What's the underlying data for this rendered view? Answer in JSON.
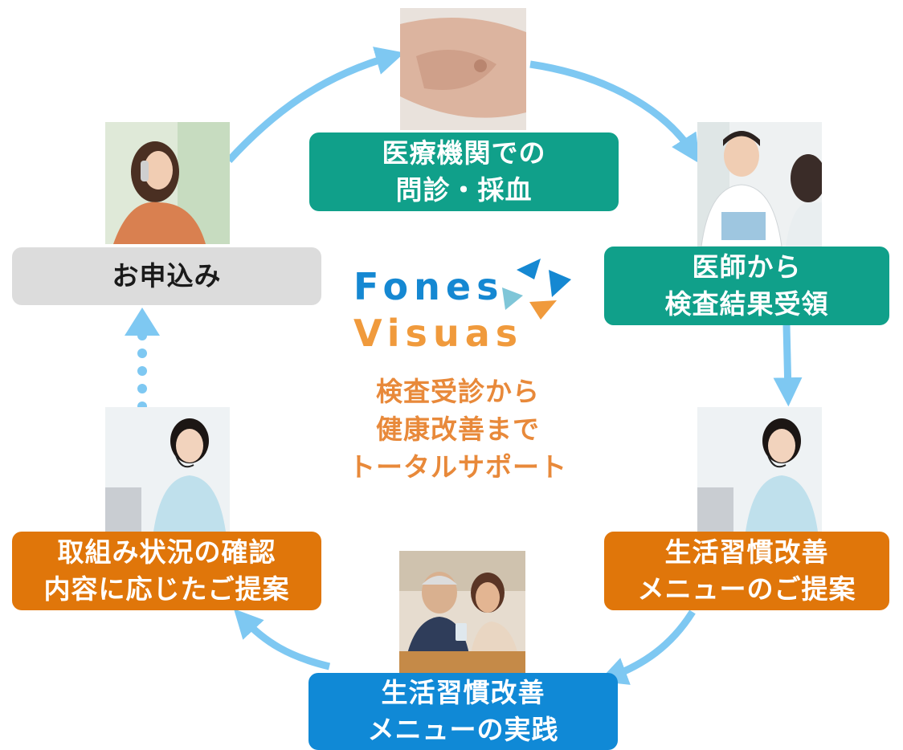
{
  "steps": {
    "apply": "お申込み",
    "exam_line1": "医療機関での",
    "exam_line2": "問診・採血",
    "results_line1": "医師から",
    "results_line2": "検査結果受領",
    "menu_line1": "生活習慣改善",
    "menu_line2": "メニューのご提案",
    "practice_line1": "生活習慣改善",
    "practice_line2": "メニューの実践",
    "review_line1": "取組み状況の確認",
    "review_line2": "内容に応じたご提案"
  },
  "logo": {
    "word1": "Fones",
    "word2": "Visuas"
  },
  "tagline": {
    "line1": "検査受診から",
    "line2": "健康改善まで",
    "line3": "トータルサポート"
  },
  "colors": {
    "green": "#10a08a",
    "blue": "#1089d6",
    "orange": "#e0760a",
    "gray": "#dcdcdc",
    "arrow": "#7ec8f2",
    "logo_blue": "#1588d2",
    "logo_orange": "#f09a3c",
    "tagline": "#e8893a"
  },
  "photos": [
    "woman-phone-photo",
    "arm-blood-test-photo",
    "doctor-photo",
    "nurse-headset-photo",
    "nurse-headset-photo",
    "family-smartphone-photo"
  ]
}
